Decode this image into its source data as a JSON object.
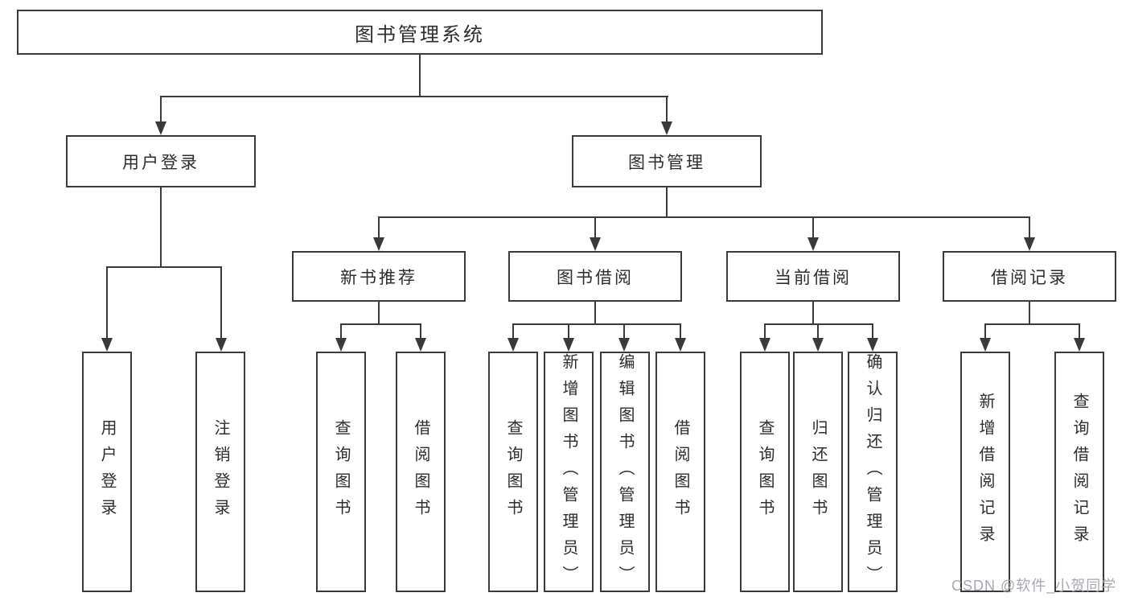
{
  "type": "hierarchy-diagram",
  "root": {
    "label": "图书管理系统"
  },
  "level2": [
    {
      "label": "用户登录"
    },
    {
      "label": "图书管理"
    }
  ],
  "level3": [
    {
      "label": "新书推荐",
      "parent": "图书管理"
    },
    {
      "label": "图书借阅",
      "parent": "图书管理"
    },
    {
      "label": "当前借阅",
      "parent": "图书管理"
    },
    {
      "label": "借阅记录",
      "parent": "图书管理"
    }
  ],
  "leaves": [
    {
      "label": "用户登录",
      "parent": "用户登录"
    },
    {
      "label": "注销登录",
      "parent": "用户登录"
    },
    {
      "label": "查询图书",
      "parent": "新书推荐"
    },
    {
      "label": "借阅图书",
      "parent": "新书推荐"
    },
    {
      "label": "查询图书",
      "parent": "图书借阅"
    },
    {
      "label": "新增图书（管理员）",
      "parent": "图书借阅"
    },
    {
      "label": "编辑图书（管理员）",
      "parent": "图书借阅"
    },
    {
      "label": "借阅图书",
      "parent": "图书借阅"
    },
    {
      "label": "查询图书",
      "parent": "当前借阅"
    },
    {
      "label": "归还图书",
      "parent": "当前借阅"
    },
    {
      "label": "确认归还（管理员）",
      "parent": "当前借阅"
    },
    {
      "label": "新增借阅记录",
      "parent": "借阅记录"
    },
    {
      "label": "查询借阅记录",
      "parent": "借阅记录"
    }
  ],
  "watermark": "CSDN @软件_小贺同学",
  "colors": {
    "line": "#3a3a3a",
    "text": "#2d2d2d",
    "background": "#ffffff",
    "watermark": "#a8a8b0"
  }
}
